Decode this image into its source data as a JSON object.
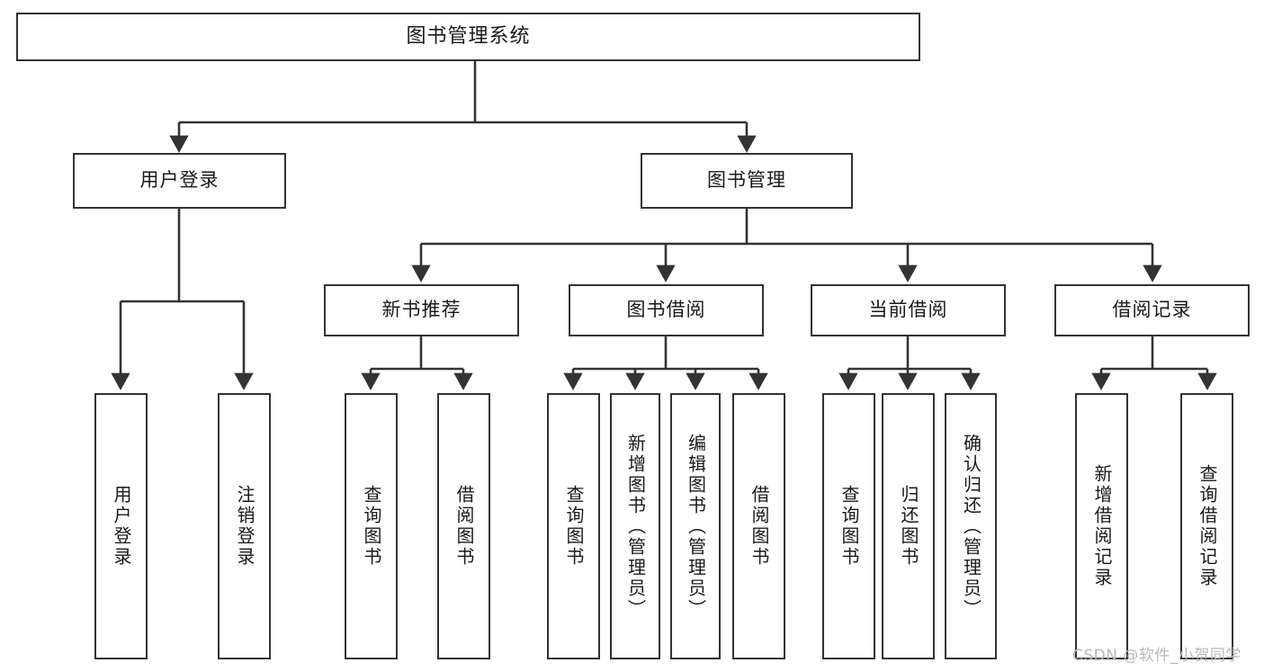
{
  "diagram": {
    "title": "图书管理系统",
    "type": "functional-structure-tree",
    "watermark": "CSDN @软件_小贺同学",
    "colors": {
      "node_border": "#333333",
      "node_fill": "#ffffff",
      "edge": "#333333",
      "text": "#1a1a1a",
      "watermark": "#b9b9b9",
      "background": "#ffffff"
    },
    "levels": {
      "level0": [
        "图书管理系统"
      ],
      "level1": [
        "用户登录",
        "图书管理"
      ],
      "level2": [
        "新书推荐",
        "图书借阅",
        "当前借阅",
        "借阅记录"
      ],
      "level3": [
        "用户登录",
        "注销登录",
        "查询图书",
        "借阅图书",
        "查询图书",
        "新增图书（管理员）",
        "编辑图书（管理员）",
        "借阅图书",
        "查询图书",
        "归还图书",
        "确认归还（管理员）",
        "新增借阅记录",
        "查询借阅记录"
      ]
    },
    "nodes": {
      "root": {
        "label": "图书管理系统"
      },
      "user_login": {
        "label": "用户登录"
      },
      "book_manage": {
        "label": "图书管理"
      },
      "new_book_rec": {
        "label": "新书推荐"
      },
      "book_borrow": {
        "label": "图书借阅"
      },
      "current_borrow": {
        "label": "当前借阅"
      },
      "borrow_record": {
        "label": "借阅记录"
      },
      "leaf_user_login": {
        "label": "用户登录"
      },
      "leaf_logout": {
        "label": "注销登录"
      },
      "leaf_query_book_1": {
        "label": "查询图书"
      },
      "leaf_borrow_book_1": {
        "label": "借阅图书"
      },
      "leaf_query_book_2": {
        "label": "查询图书"
      },
      "leaf_add_book": {
        "label": "新增图书（管理员）"
      },
      "leaf_edit_book": {
        "label": "编辑图书（管理员）"
      },
      "leaf_borrow_book_2": {
        "label": "借阅图书"
      },
      "leaf_query_book_3": {
        "label": "查询图书"
      },
      "leaf_return_book": {
        "label": "归还图书"
      },
      "leaf_confirm_return": {
        "label": "确认归还（管理员）"
      },
      "leaf_add_record": {
        "label": "新增借阅记录"
      },
      "leaf_query_record": {
        "label": "查询借阅记录"
      }
    }
  }
}
